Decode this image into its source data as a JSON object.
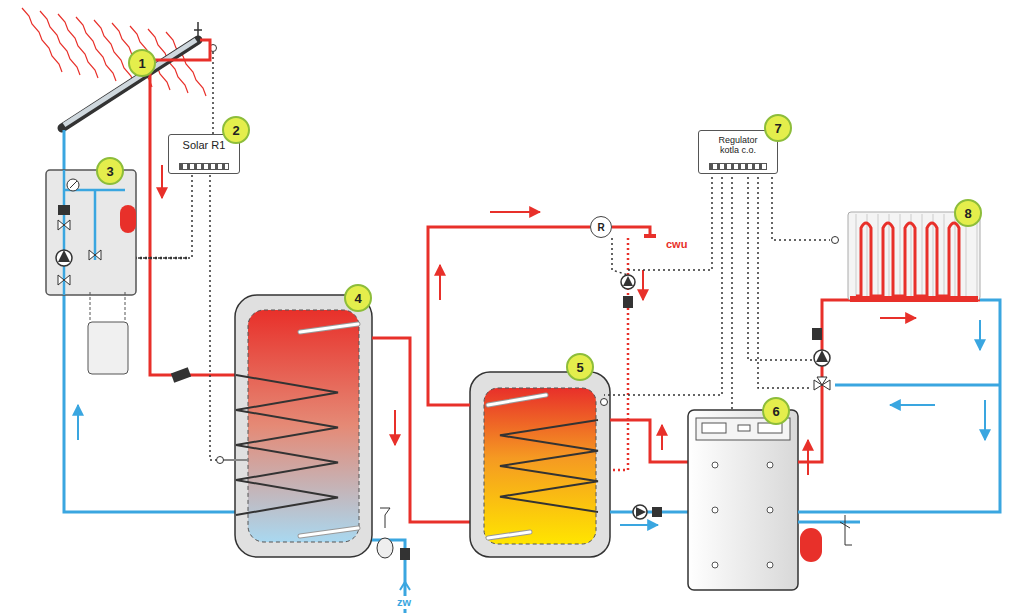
{
  "diagram": {
    "nodes": [
      {
        "text": [
          "1"
        ]
      },
      {
        "text": [
          "Solar R1"
        ]
      },
      {
        "text": [
          "2"
        ]
      },
      {
        "text": [
          "3"
        ]
      },
      {
        "text": [
          "4"
        ]
      },
      {
        "text": [
          "R"
        ]
      },
      {
        "text": [
          "5"
        ]
      },
      {
        "text": [
          "Regulator kotla c.o."
        ]
      },
      {
        "text": [
          "7"
        ]
      },
      {
        "text": [
          "6"
        ]
      },
      {
        "text": [
          "8"
        ]
      }
    ],
    "labels": [
      "cwu",
      "zw"
    ]
  }
}
